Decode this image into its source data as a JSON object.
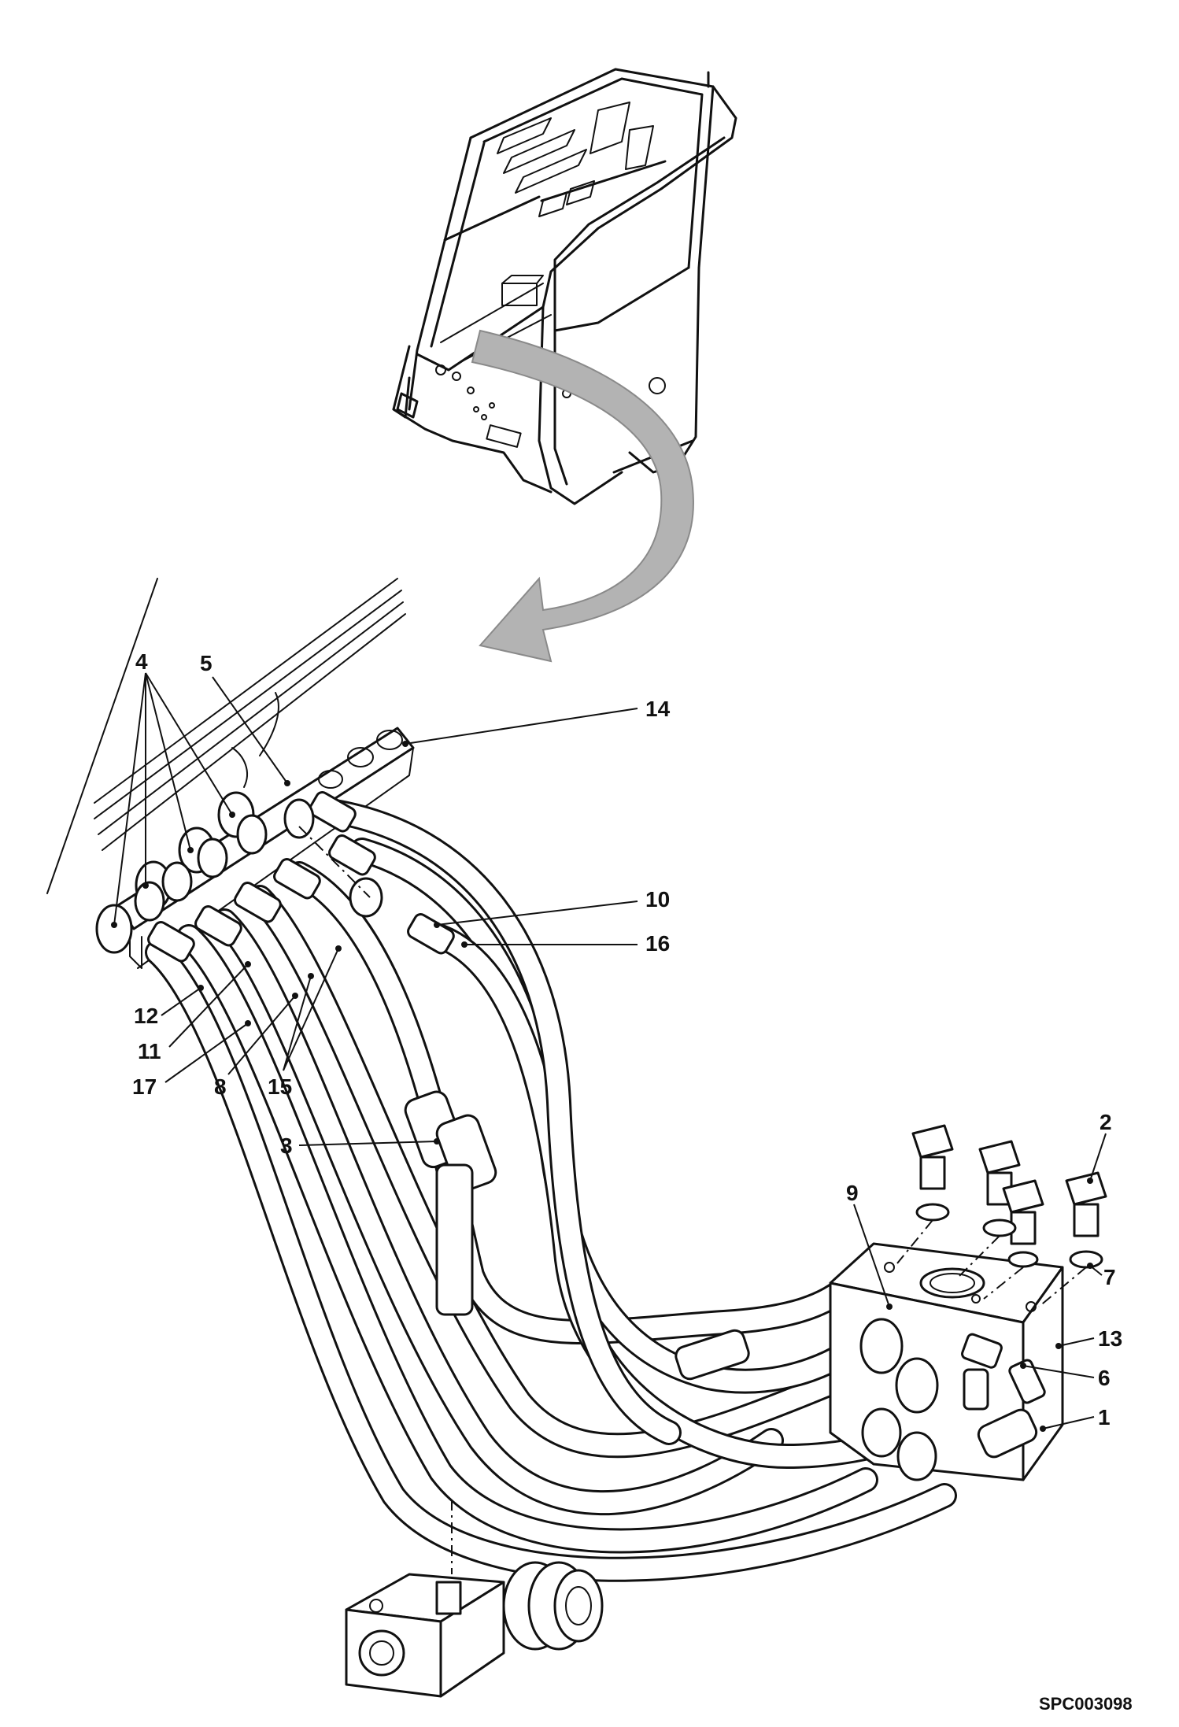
{
  "callouts": [
    {
      "id": "c1",
      "label": "1"
    },
    {
      "id": "c2",
      "label": "2"
    },
    {
      "id": "c3",
      "label": "3"
    },
    {
      "id": "c4",
      "label": "4"
    },
    {
      "id": "c5",
      "label": "5"
    },
    {
      "id": "c6",
      "label": "6"
    },
    {
      "id": "c7",
      "label": "7"
    },
    {
      "id": "c8",
      "label": "8"
    },
    {
      "id": "c9",
      "label": "9"
    },
    {
      "id": "c10",
      "label": "10"
    },
    {
      "id": "c11",
      "label": "11"
    },
    {
      "id": "c12",
      "label": "12"
    },
    {
      "id": "c13",
      "label": "13"
    },
    {
      "id": "c14",
      "label": "14"
    },
    {
      "id": "c15",
      "label": "15"
    },
    {
      "id": "c16",
      "label": "16"
    },
    {
      "id": "c17",
      "label": "17"
    }
  ],
  "figure_ref": "SPC003098",
  "colors": {
    "line": "#111111",
    "arrow_fill": "#b3b3b3",
    "background": "#ffffff"
  }
}
